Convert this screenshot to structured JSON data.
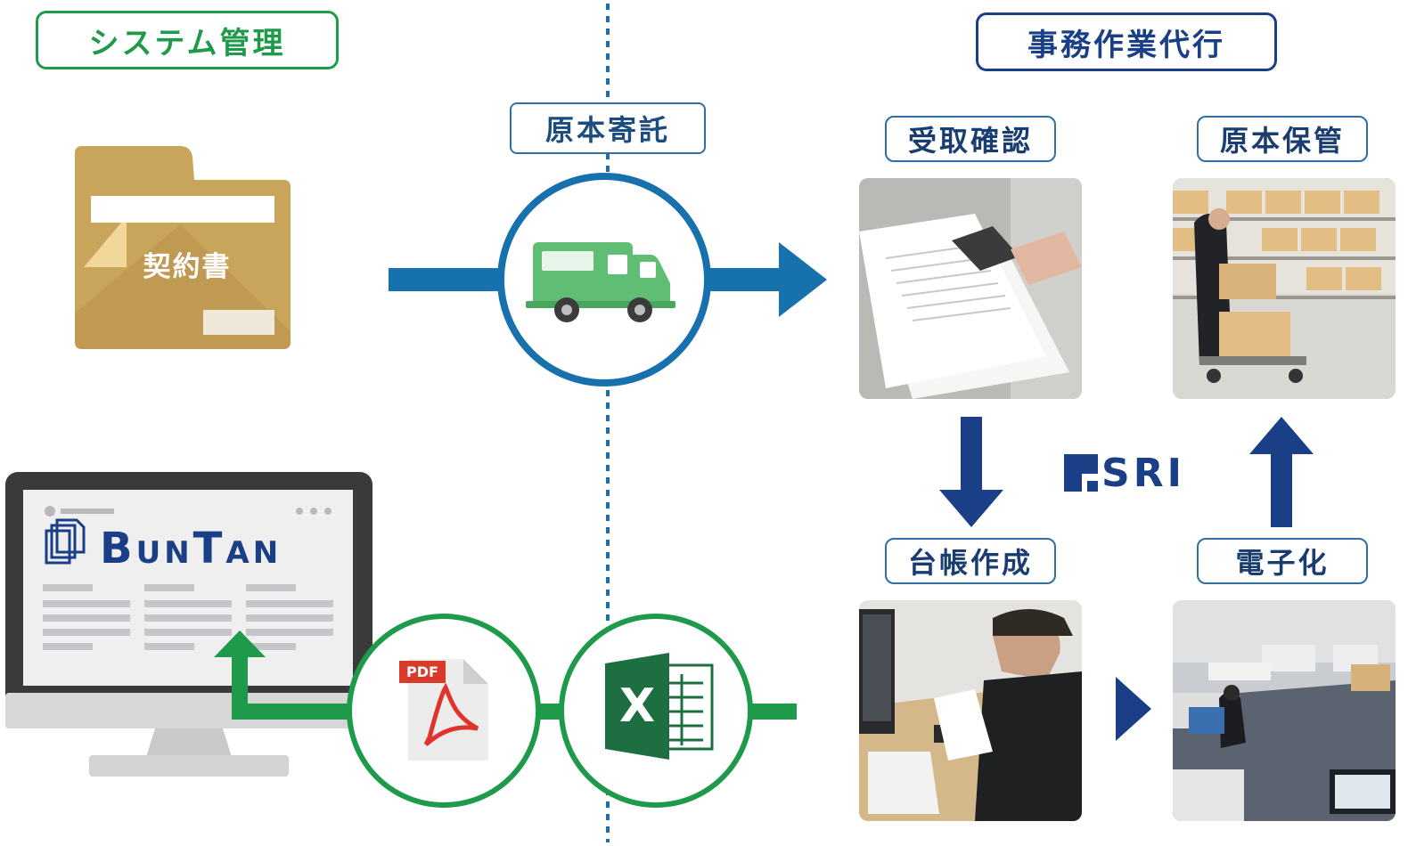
{
  "left_section": {
    "title": "システム管理"
  },
  "right_section": {
    "title": "事務作業代行"
  },
  "transfer": {
    "label": "原本寄託"
  },
  "folder": {
    "label": "契約書"
  },
  "steps": [
    {
      "label": "受取確認"
    },
    {
      "label": "原本保管"
    },
    {
      "label": "台帳作成"
    },
    {
      "label": "電子化"
    }
  ],
  "monitor": {
    "brand": "BunTan"
  },
  "file_formats": {
    "pdf": "PDF",
    "excel": "X"
  },
  "company_logo": "SRI",
  "colors": {
    "green": "#1e9a4a",
    "navy": "#1a3f86",
    "blue": "#1771ad",
    "folder": "#c9a55c",
    "truck": "#5fbd74"
  },
  "icons": [
    "folder-icon",
    "truck-icon",
    "pdf-icon",
    "excel-icon",
    "monitor-icon"
  ]
}
